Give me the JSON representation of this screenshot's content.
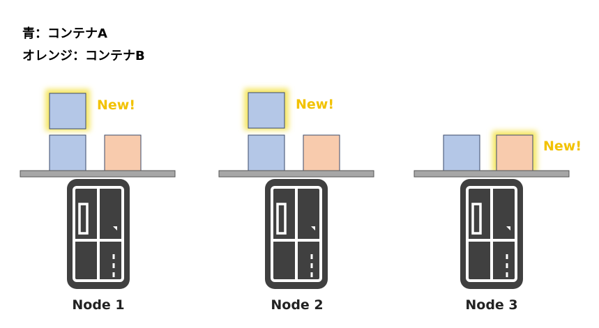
{
  "legend": {
    "container_a": "青：コンテナA",
    "container_b": "オレンジ：コンテナB"
  },
  "colors": {
    "container_a": "#b4c7e7",
    "container_b": "#f8cbad",
    "new_highlight": "#f5e663",
    "new_text": "#f2c200",
    "server": "#404040",
    "shelf": "#a6a6a6"
  },
  "icons": {
    "server": "server-rack-icon"
  },
  "nodes": [
    {
      "label": "Node 1",
      "new_label": "New!"
    },
    {
      "label": "Node 2",
      "new_label": "New!"
    },
    {
      "label": "Node 3",
      "new_label": "New!"
    }
  ]
}
